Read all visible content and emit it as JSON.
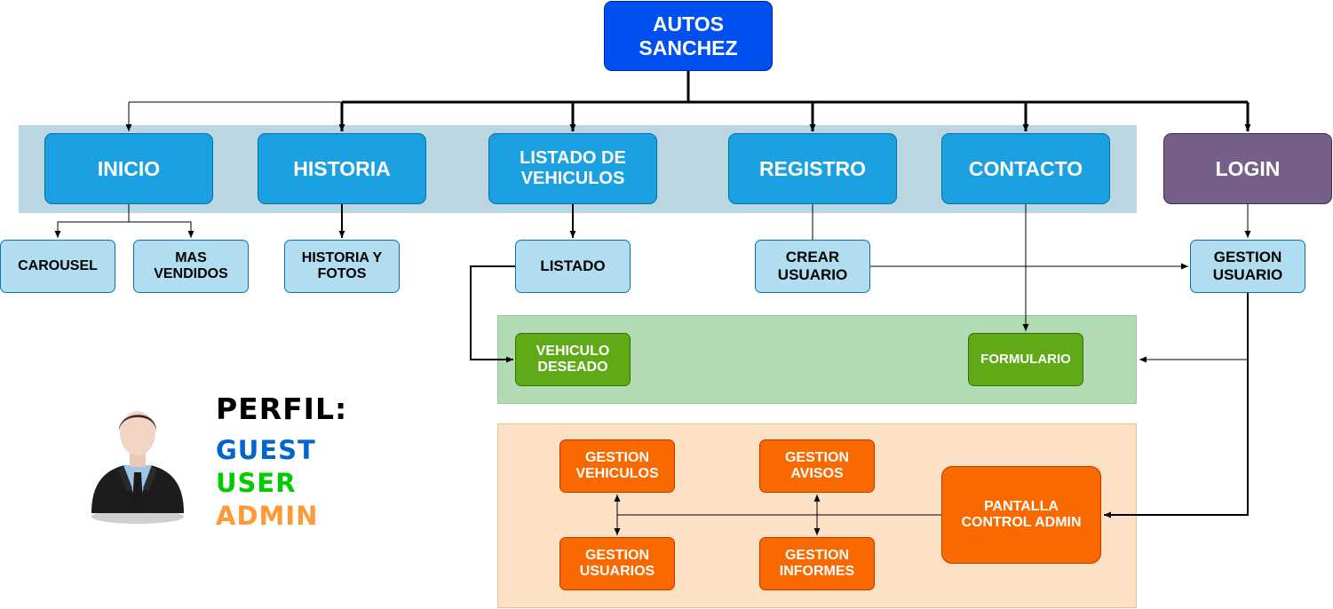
{
  "root": {
    "label": "AUTOS\nSANCHEZ"
  },
  "main_nodes": {
    "inicio": "INICIO",
    "historia": "HISTORIA",
    "listado_vehiculos": "LISTADO DE\nVEHICULOS",
    "registro": "REGISTRO",
    "contacto": "CONTACTO",
    "login": "LOGIN"
  },
  "sub_nodes": {
    "carousel": "CAROUSEL",
    "mas_vendidos": "MAS\nVENDIDOS",
    "historia_fotos": "HISTORIA Y\nFOTOS",
    "listado": "LISTADO",
    "crear_usuario": "CREAR\nUSUARIO",
    "gestion_usuario": "GESTION\nUSUARIO"
  },
  "user_nodes": {
    "vehiculo_deseado": "VEHICULO\nDESEADO",
    "formulario": "FORMULARIO"
  },
  "admin_nodes": {
    "gestion_vehiculos": "GESTION\nVEHICULOS",
    "gestion_avisos": "GESTION\nAVISOS",
    "gestion_usuarios": "GESTION\nUSUARIOS",
    "gestion_informes": "GESTION\nINFORMES",
    "pantalla_control_admin": "PANTALLA\nCONTROL ADMIN"
  },
  "legend": {
    "title": "PERFIL:",
    "items": [
      {
        "label": "GUEST",
        "color": "#0066cc"
      },
      {
        "label": "USER",
        "color": "#00cc00"
      },
      {
        "label": "ADMIN",
        "color": "#ff9933"
      }
    ]
  },
  "colors": {
    "guest_band": "#bad7e1",
    "user_band": "#b3dbb3",
    "admin_band": "#fde1c4"
  }
}
